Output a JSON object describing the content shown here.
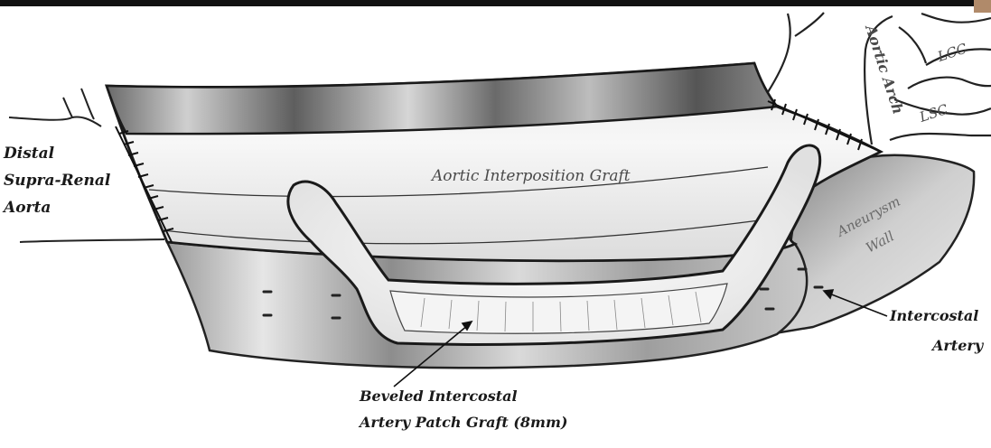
{
  "labels": {
    "distal": [
      "Distal",
      "Supra-Renal",
      "Aorta"
    ],
    "aortic_arch": "Aortic Arch",
    "lcc": "LCC",
    "lsc": "LSC",
    "graft": "Aortic Interposition Graft",
    "aneurysm": [
      "Aneurysm",
      "Wall"
    ],
    "intercostal": [
      "Intercostal",
      "Artery"
    ],
    "patch": [
      "Beveled Intercostal",
      "Artery Patch Graft (8mm)"
    ]
  },
  "colors": {
    "ink": "#1a1a1a",
    "top_band_dark": "#5a5a5a",
    "top_band_light": "#cfcfcf",
    "wall_dark": "#777777",
    "wall_light": "#e4e4e4"
  }
}
